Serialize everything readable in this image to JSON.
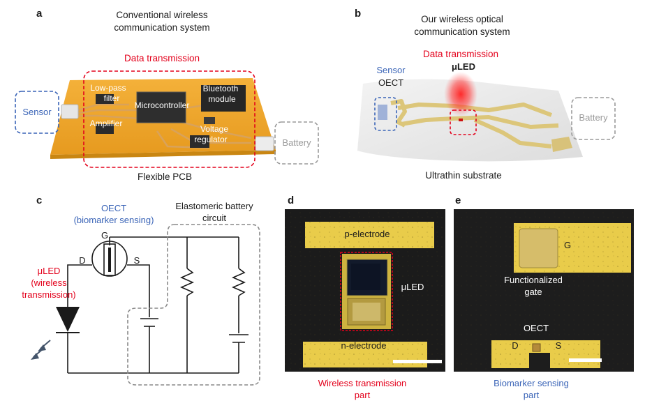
{
  "panels": {
    "a": {
      "letter": "a",
      "title_line1": "Conventional wireless",
      "title_line2": "communication system",
      "data_transmission": "Data transmission",
      "sensor": "Sensor",
      "battery": "Battery",
      "low_pass_line1": "Low-pass",
      "low_pass_line2": "filter",
      "amplifier": "Amplifier",
      "microcontroller": "Microcontroller",
      "bluetooth_line1": "Bluetooth",
      "bluetooth_line2": "module",
      "voltage_line1": "Voltage",
      "voltage_line2": "regulator",
      "substrate": "Flexible PCB"
    },
    "b": {
      "letter": "b",
      "title_line1": "Our wireless optical",
      "title_line2": "communication system",
      "data_transmission": "Data transmission",
      "uled": "μLED",
      "sensor": "Sensor",
      "oect": "OECT",
      "battery": "Battery",
      "substrate": "Ultrathin substrate"
    },
    "c": {
      "letter": "c",
      "oect_line1": "OECT",
      "oect_line2": "(biomarker sensing)",
      "battery_line1": "Elastomeric battery",
      "battery_line2": "circuit",
      "g": "G",
      "d": "D",
      "s": "S",
      "uled_line1": "μLED",
      "uled_line2": "(wireless",
      "uled_line3": "transmission)"
    },
    "d": {
      "letter": "d",
      "p_electrode": "p-electrode",
      "n_electrode": "n-electrode",
      "uled": "μLED",
      "caption_line1": "Wireless transmission",
      "caption_line2": "part"
    },
    "e": {
      "letter": "e",
      "g": "G",
      "functionalized_line1": "Functionalized",
      "functionalized_line2": "gate",
      "oect": "OECT",
      "d": "D",
      "s": "S",
      "caption_line1": "Biomarker sensing",
      "caption_line2": "part"
    }
  },
  "colors": {
    "red": "#e3001b",
    "blue": "#3a64b7",
    "gold": "#e9cc4a",
    "pcb": "#efa72c",
    "dark": "#1a1a1a",
    "grey": "#9a9a9a"
  }
}
